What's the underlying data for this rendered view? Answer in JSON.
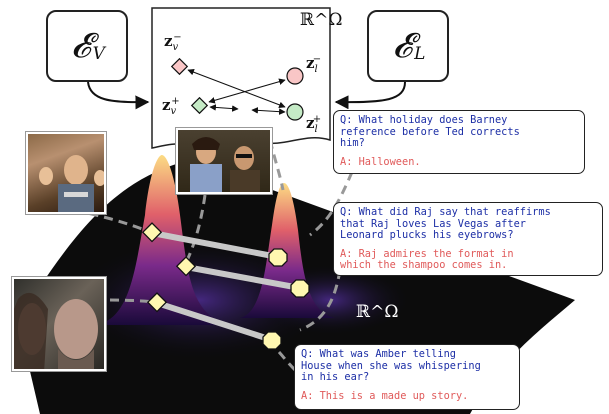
{
  "embedding_box": {
    "space_label": "ℝ^Ω"
  },
  "encoders": {
    "video": {
      "symbol": "𝓔",
      "subscript": "V"
    },
    "language": {
      "symbol": "𝓔",
      "subscript": "L"
    }
  },
  "embeddings": {
    "z_v_minus": {
      "base": "z",
      "sub": "v",
      "sup": "−"
    },
    "z_l_minus": {
      "base": "z",
      "sub": "l",
      "sup": "−"
    },
    "z_v_plus": {
      "base": "z",
      "sub": "v",
      "sup": "+"
    },
    "z_l_plus": {
      "base": "z",
      "sub": "l",
      "sup": "+"
    }
  },
  "manifold": {
    "space_label": "ℝ^Ω"
  },
  "qa_cards": [
    {
      "question": "Q: What holiday does Barney\nreference before Ted corrects\nhim?",
      "answer": "A: Halloween."
    },
    {
      "question": "Q: What did Raj say that reaffirms\nthat Raj loves Las Vegas after\nLeonard  plucks his eyebrows?",
      "answer": "A: Raj admires the format in\nwhich the shampoo comes in."
    },
    {
      "question": "Q: What was Amber telling\nHouse when she was whispering\nin his ear?",
      "answer": "A: This is a made up story."
    }
  ],
  "colors": {
    "video_marker": "#c5ebc6",
    "video_neg_marker": "#f9c6c6",
    "pair_marker": "#fff7b0",
    "question_text": "#1d2fa6",
    "answer_text": "#e05a5a"
  }
}
